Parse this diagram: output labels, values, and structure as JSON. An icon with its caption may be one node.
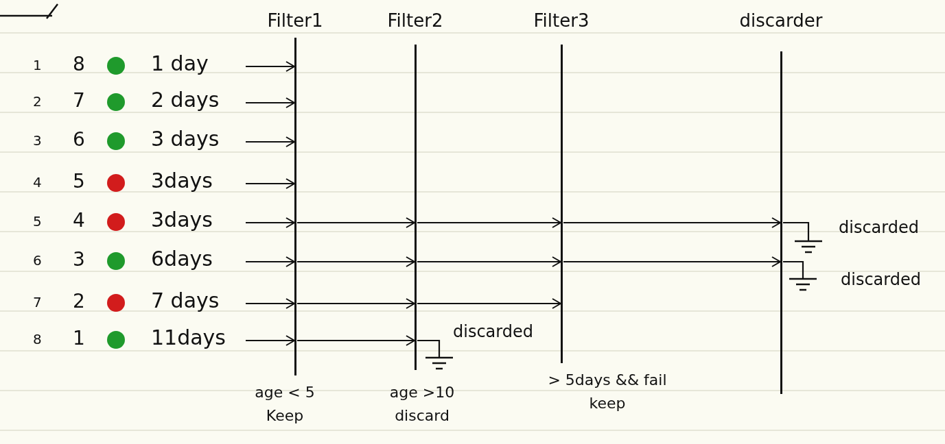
{
  "diagram": {
    "nodes": [
      {
        "text": [
          "Filter1"
        ],
        "beside": [
          "age < 5 Keep"
        ]
      },
      {
        "text": [
          "Filter2"
        ],
        "beside": [
          "age >10 discard"
        ]
      },
      {
        "text": [
          "Filter3"
        ],
        "beside": [
          "> 5days && fail keep"
        ]
      },
      {
        "text": [
          "discarder"
        ]
      },
      {
        "text": [
          "1",
          "8",
          "1 day"
        ]
      },
      {
        "text": [
          "2",
          "7",
          "2 days"
        ]
      },
      {
        "text": [
          "3",
          "6",
          "3 days"
        ]
      },
      {
        "text": [
          "4",
          "5",
          "3days"
        ]
      },
      {
        "text": [
          "5",
          "4",
          "3days"
        ]
      },
      {
        "text": [
          "6",
          "3",
          "6days"
        ]
      },
      {
        "text": [
          "7",
          "2",
          "7 days"
        ]
      },
      {
        "text": [
          "8",
          "1",
          "11days"
        ]
      },
      {
        "text": [],
        "shape": "ground",
        "beside": [
          "discarded"
        ]
      },
      {
        "text": [],
        "shape": "ground",
        "beside": [
          "discarded"
        ]
      },
      {
        "text": [],
        "shape": "ground",
        "beside": [
          "discarded"
        ]
      }
    ],
    "edges": [
      {
        "from": 4,
        "to": 0,
        "arrow": "to"
      },
      {
        "from": 5,
        "to": 0,
        "arrow": "to"
      },
      {
        "from": 6,
        "to": 0,
        "arrow": "to"
      },
      {
        "from": 7,
        "to": 0,
        "arrow": "to"
      },
      {
        "from": 8,
        "to": 0,
        "arrow": "to"
      },
      {
        "from": 9,
        "to": 0,
        "arrow": "to"
      },
      {
        "from": 10,
        "to": 0,
        "arrow": "to"
      },
      {
        "from": 11,
        "to": 0,
        "arrow": "to"
      },
      {
        "from": 0,
        "to": 1,
        "arrow": "to"
      },
      {
        "from": 1,
        "to": 2,
        "arrow": "to"
      },
      {
        "from": 2,
        "to": 3,
        "arrow": "to"
      },
      {
        "from": 3,
        "to": 12,
        "arrow": "none"
      },
      {
        "from": 0,
        "to": 1,
        "arrow": "to"
      },
      {
        "from": 1,
        "to": 2,
        "arrow": "to"
      },
      {
        "from": 2,
        "to": 3,
        "arrow": "to"
      },
      {
        "from": 3,
        "to": 13,
        "arrow": "none"
      },
      {
        "from": 0,
        "to": 1,
        "arrow": "to"
      },
      {
        "from": 1,
        "to": 2,
        "arrow": "to"
      },
      {
        "from": 0,
        "to": 1,
        "arrow": "to"
      },
      {
        "from": 1,
        "to": 14,
        "arrow": "none"
      }
    ]
  }
}
